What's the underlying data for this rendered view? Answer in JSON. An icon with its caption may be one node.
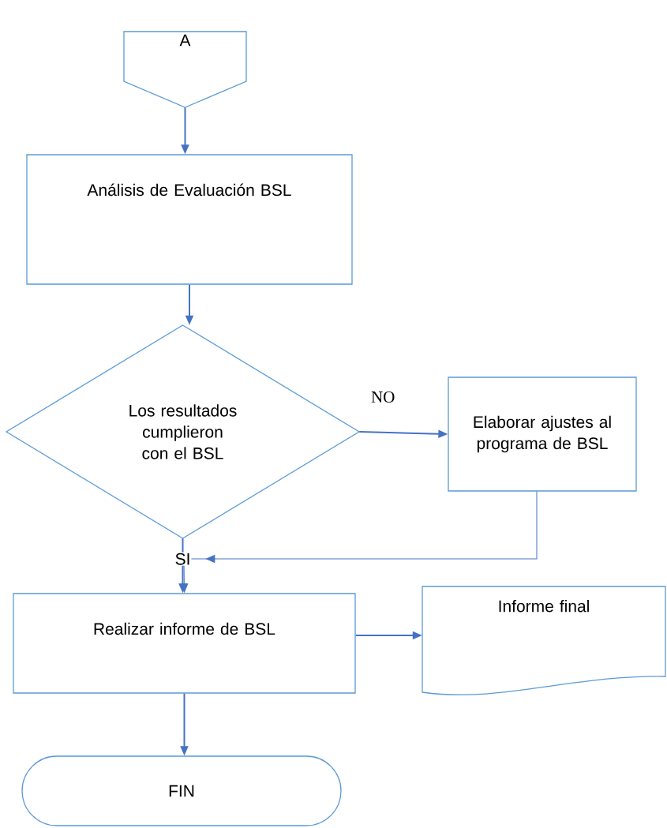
{
  "diagram": {
    "nodes": [
      {
        "text": [
          "A"
        ]
      },
      {
        "text": [
          "Análisis de Evaluación BSL"
        ]
      },
      {
        "text": [
          "Los resultados cumplieron con el BSL"
        ]
      },
      {
        "text": [
          "Elaborar ajustes al programa  de BSL"
        ]
      },
      {
        "text": [
          "Realizar informe de BSL"
        ]
      },
      {
        "text": [
          "Informe final"
        ]
      },
      {
        "text": [
          "FIN"
        ]
      }
    ],
    "edges": [
      {
        "from": 0,
        "to": 1,
        "arrow": "to"
      },
      {
        "from": 1,
        "to": 2,
        "arrow": "to"
      },
      {
        "from": 2,
        "to": 3,
        "arrow": "to",
        "label": "NO"
      },
      {
        "from": 2,
        "to": 4,
        "arrow": "to",
        "label": "SI"
      },
      {
        "from": 3,
        "to": 4,
        "arrow": "to"
      },
      {
        "from": 4,
        "to": 5,
        "arrow": "to"
      },
      {
        "from": 4,
        "to": 6,
        "arrow": "to"
      }
    ]
  }
}
